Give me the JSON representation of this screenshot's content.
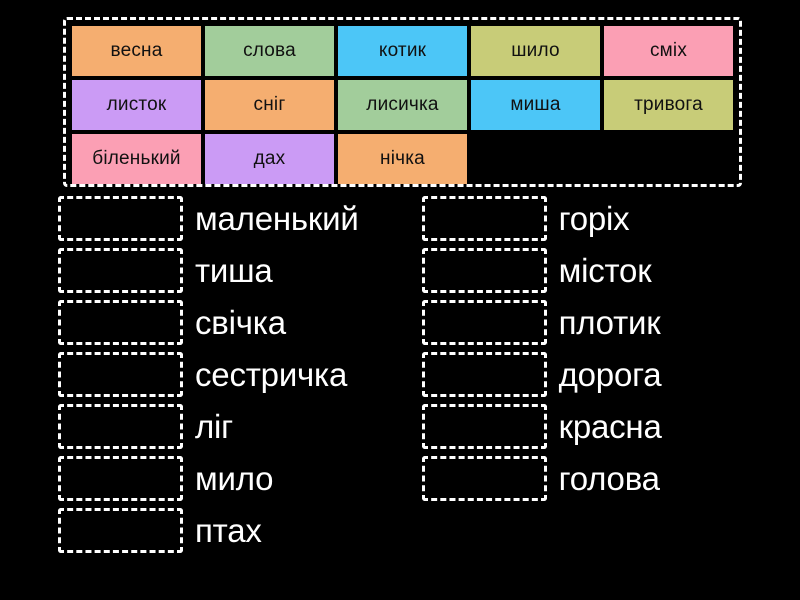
{
  "palette": {
    "background": "#000000",
    "outline": "#ffffff",
    "tile_text": "#111111",
    "label_text": "#ffffff",
    "orange": "#F5AE70",
    "green": "#A2CD9B",
    "blue": "#4CC6F7",
    "khaki": "#C8CC78",
    "pink": "#FB9FB4",
    "lavender": "#CB9BF5"
  },
  "word_bank": {
    "name": "word-bank",
    "rows": [
      [
        {
          "label": "весна",
          "color": "#F5AE70"
        },
        {
          "label": "слова",
          "color": "#A2CD9B"
        },
        {
          "label": "котик",
          "color": "#4CC6F7"
        },
        {
          "label": "шило",
          "color": "#C8CC78"
        },
        {
          "label": "сміх",
          "color": "#FB9FB4"
        }
      ],
      [
        {
          "label": "листок",
          "color": "#CB9BF5"
        },
        {
          "label": "сніг",
          "color": "#F5AE70"
        },
        {
          "label": "лисичка",
          "color": "#A2CD9B"
        },
        {
          "label": "миша",
          "color": "#4CC6F7"
        },
        {
          "label": "тривога",
          "color": "#C8CC78"
        }
      ],
      [
        {
          "label": "біленький",
          "color": "#FB9FB4"
        },
        {
          "label": "дах",
          "color": "#CB9BF5"
        },
        {
          "label": "нічка",
          "color": "#F5AE70"
        }
      ]
    ]
  },
  "answers": {
    "left_column": [
      {
        "label": "маленький",
        "value": ""
      },
      {
        "label": "тиша",
        "value": ""
      },
      {
        "label": "свічка",
        "value": ""
      },
      {
        "label": "сестричка",
        "value": ""
      },
      {
        "label": "ліг",
        "value": ""
      },
      {
        "label": "мило",
        "value": ""
      },
      {
        "label": "птах",
        "value": ""
      }
    ],
    "right_column": [
      {
        "label": "горіх",
        "value": ""
      },
      {
        "label": "місток",
        "value": ""
      },
      {
        "label": "плотик",
        "value": ""
      },
      {
        "label": "дорога",
        "value": ""
      },
      {
        "label": "красна",
        "value": ""
      },
      {
        "label": "голова",
        "value": ""
      }
    ]
  }
}
